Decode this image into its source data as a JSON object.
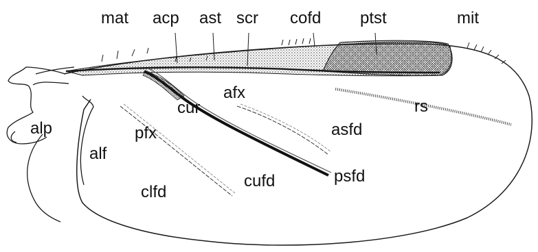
{
  "colors": {
    "ink": "#1a1a1a",
    "stipple": "#2b2b2b",
    "paper": "#ffffff"
  },
  "labels": {
    "mat": "mat",
    "acp": "acp",
    "ast": "ast",
    "scr": "scr",
    "cofd": "cofd",
    "ptst": "ptst",
    "mit": "mit",
    "afx": "afx",
    "cur": "cur",
    "rs": "rs",
    "alp": "alp",
    "pfx": "pfx",
    "asfd": "asfd",
    "alf": "alf",
    "psfd": "psfd",
    "cufd": "cufd",
    "clfd": "clfd"
  }
}
